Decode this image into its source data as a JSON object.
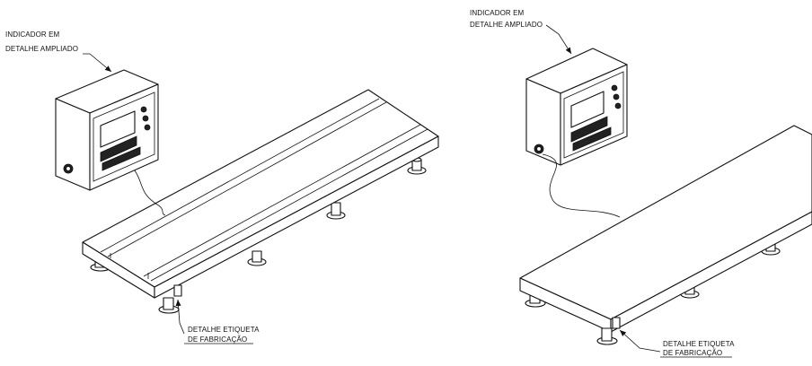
{
  "figure_left": {
    "indicator_label_line1": "INDICADOR EM",
    "indicator_label_line2": "DETALHE AMPLIADO",
    "plate_label_line1": "DETALHE ETIQUETA",
    "plate_label_line2": "DE FABRICAÇÃO"
  },
  "figure_right": {
    "indicator_label_line1": "INDICADOR EM",
    "indicator_label_line2": "DETALHE AMPLIADO",
    "plate_label_line1": "DETALHE ETIQUETA",
    "plate_label_line2": "DE FABRICAÇÃO"
  }
}
